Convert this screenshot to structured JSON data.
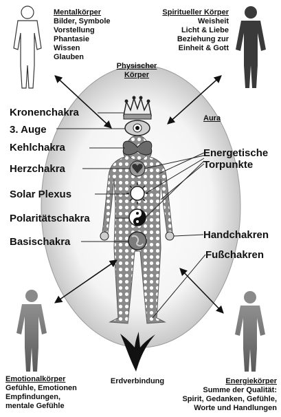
{
  "bodies": {
    "mental": {
      "title": "Mentalkörper",
      "lines": [
        "Bilder, Symbole",
        "Vorstellung",
        "Phantasie",
        "Wissen",
        "Glauben"
      ]
    },
    "spiritual": {
      "title": "Spiritueller Körper",
      "lines": [
        "Weisheit",
        "Licht & Liebe",
        "Beziehung zur",
        "Einheit & Gott"
      ]
    },
    "physical": {
      "title_line1": "Physischer",
      "title_line2": "Körper"
    },
    "aura": "Aura",
    "emotional": {
      "title": "Emotionalkörper",
      "lines": [
        "Gefühle, Emotionen",
        "Empfindungen,",
        "mentale Gefühle"
      ]
    },
    "energy": {
      "title": "Energiekörper",
      "lines": [
        "Summe der Qualität:",
        "Spirit, Gedanken, Gefühle,",
        "Worte und Handlungen"
      ]
    }
  },
  "chakras": {
    "crown": "Kronenchakra",
    "third_eye": "3. Auge",
    "throat": "Kehlchakra",
    "heart": "Herzchakra",
    "solar": "Solar Plexus",
    "polarity": "Polaritätschakra",
    "base": "Basischakra"
  },
  "points": {
    "energetic_line1": "Energetische",
    "energetic_line2": "Torpunkte",
    "hand": "Handchakren",
    "foot": "Fußchakren"
  },
  "grounding": "Erdverbindung",
  "colors": {
    "dark_figure": "#3a3a3a",
    "mid_figure": "#7a7a7a",
    "outline_figure": "#ffffff",
    "aura_edge": "#bdbdbd",
    "aura_center": "#ffffff",
    "body_fill": "#8d8d8d"
  }
}
